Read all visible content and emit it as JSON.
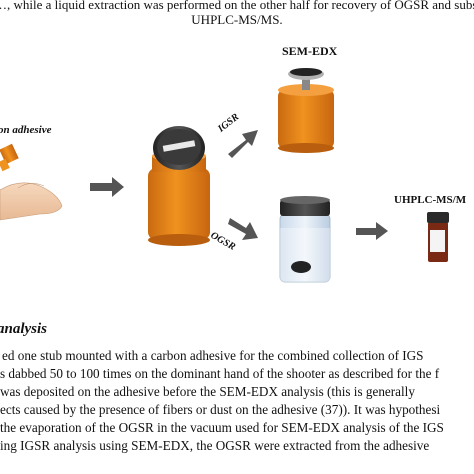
{
  "caption": {
    "line1": "…, while a liquid extraction was performed on the other half for recovery of OGSR and subs",
    "line2": "UHPLC-MS/MS."
  },
  "figure": {
    "label_adhesive": "on adhesive",
    "label_sem_edx": "SEM-EDX",
    "label_igsr": "IGSR",
    "label_ogsr": "OGSR",
    "label_uhplc": "UHPLC-MS/M"
  },
  "section": {
    "heading": "analysis"
  },
  "body": {
    "line1": "ed one stub mounted with a carbon adhesive for the combined collection of IGS",
    "line2": "s dabbed 50 to 100 times on the dominant hand of the shooter as described for the f",
    "line3": "was deposited on the adhesive before the SEM-EDX analysis (this is generally",
    "line4": "ects caused by the presence of fibers or dust on the adhesive (37)). It was hypothesi",
    "line5": "the evaporation of the OGSR in the vacuum used for SEM-EDX analysis of the IGS",
    "line6": "ing IGSR analysis using SEM-EDX, the OGSR were extracted from the adhesive"
  },
  "colors": {
    "orange": "#e8861c",
    "dark": "#333333",
    "arrow": "#555555",
    "vial_brown": "#7a2a14"
  }
}
